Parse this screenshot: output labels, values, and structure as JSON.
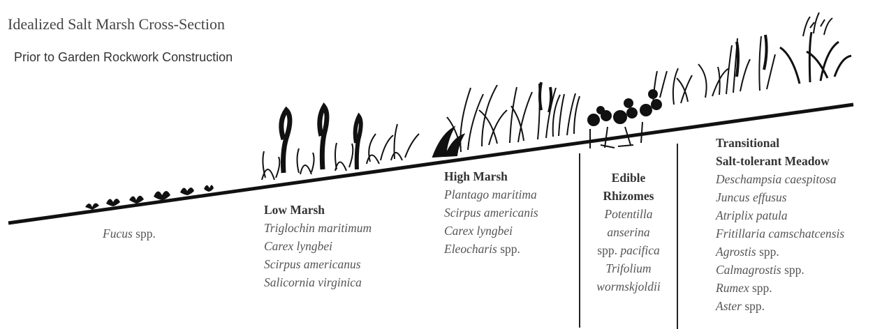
{
  "title": "Idealized Salt Marsh Cross-Section",
  "subtitle": "Prior to Garden Rockwork Construction",
  "zones": {
    "fucus": {
      "species": [
        {
          "italic": "Fucus",
          "plain": " spp."
        }
      ]
    },
    "low_marsh": {
      "heading": "Low Marsh",
      "species": [
        {
          "italic": "Triglochin maritimum",
          "plain": ""
        },
        {
          "italic": "Carex lyngbei",
          "plain": ""
        },
        {
          "italic": "Scirpus americanus",
          "plain": ""
        },
        {
          "italic": "Salicornia virginica",
          "plain": ""
        }
      ]
    },
    "high_marsh": {
      "heading": "High Marsh",
      "species": [
        {
          "italic": "Plantago maritima",
          "plain": ""
        },
        {
          "italic": "Scirpus americanis",
          "plain": ""
        },
        {
          "italic": "Carex lyngbei",
          "plain": ""
        },
        {
          "italic": "Eleocharis",
          "plain": " spp."
        }
      ]
    },
    "edible_rhizomes": {
      "heading_line1": "Edible",
      "heading_line2": "Rhizomes",
      "species": [
        {
          "italic": "Potentilla",
          "plain": ""
        },
        {
          "italic": "anserina",
          "plain": ""
        },
        {
          "italic": "pacifica",
          "plain_before": "spp. "
        },
        {
          "italic": "Trifolium",
          "plain": ""
        },
        {
          "italic": "wormskjoldii",
          "plain": ""
        }
      ]
    },
    "meadow": {
      "heading_line1": "Transitional",
      "heading_line2": "Salt-tolerant Meadow",
      "species": [
        {
          "italic": "Deschampsia caespitosa",
          "plain": ""
        },
        {
          "italic": "Juncus effusus",
          "plain": ""
        },
        {
          "italic": "Atriplix patula",
          "plain": ""
        },
        {
          "italic": "Fritillaria camschatcensis",
          "plain": ""
        },
        {
          "italic": "Agrostis",
          "plain": " spp."
        },
        {
          "italic": "Calmagrostis",
          "plain": " spp."
        },
        {
          "italic": "Rumex",
          "plain": " spp."
        },
        {
          "italic": "Aster",
          "plain": " spp."
        }
      ]
    }
  }
}
